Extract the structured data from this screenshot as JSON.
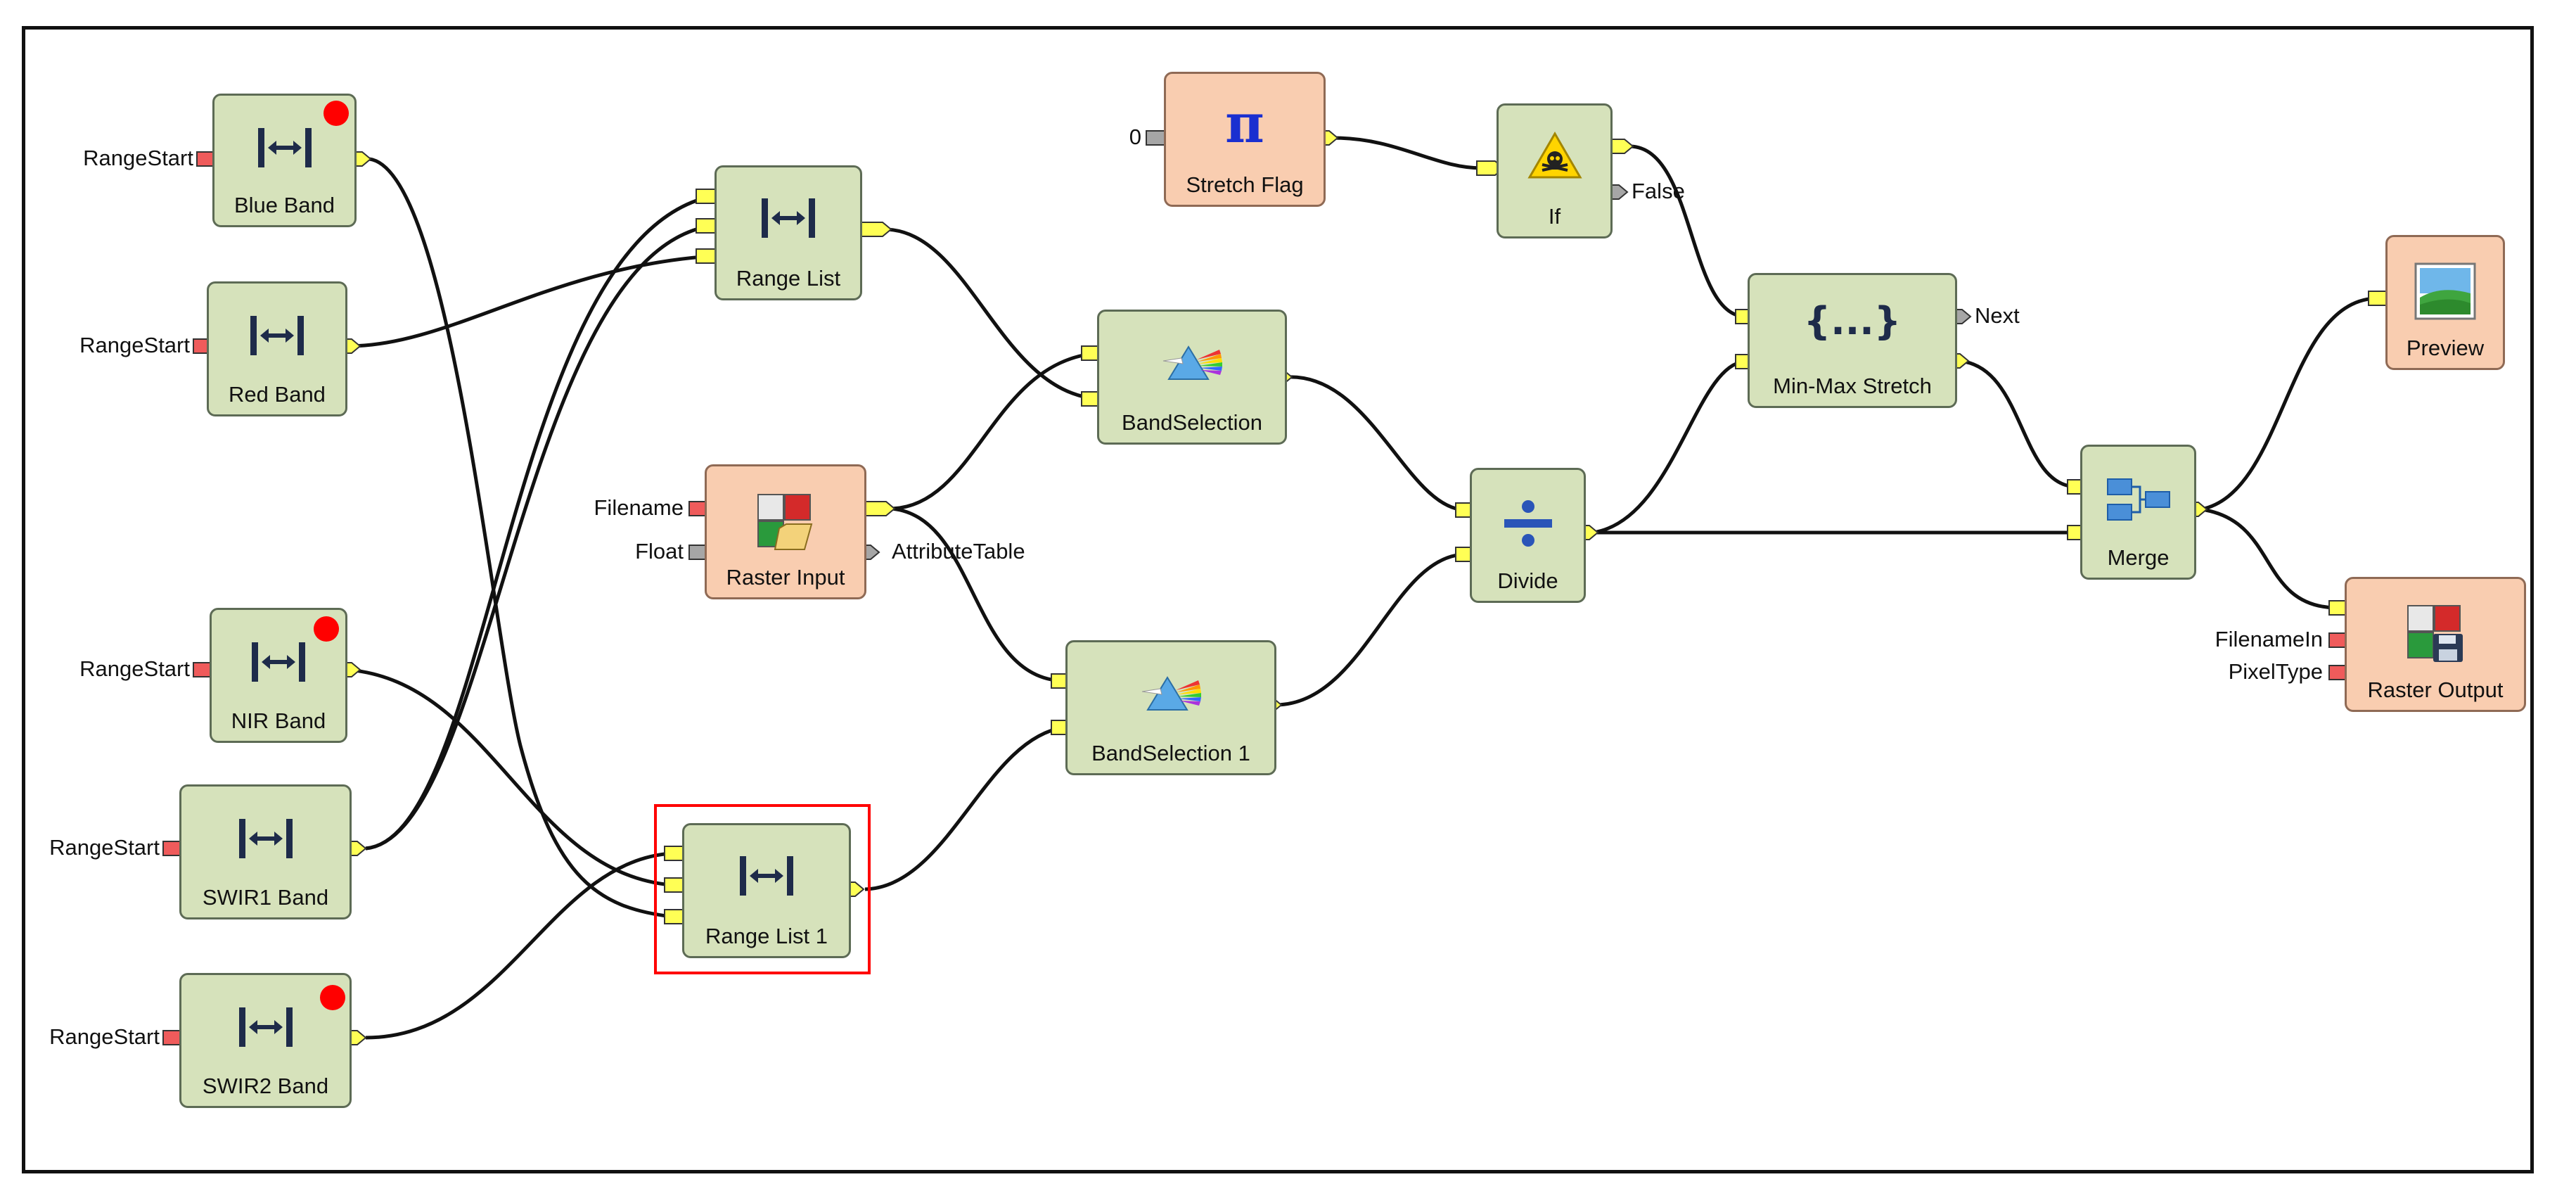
{
  "nodes": {
    "blue_band": "Blue Band",
    "red_band": "Red Band",
    "nir_band": "NIR Band",
    "swir1_band": "SWIR1 Band",
    "swir2_band": "SWIR2 Band",
    "range_list": "Range List",
    "range_list_1": "Range List 1",
    "raster_input": "Raster Input",
    "band_selection": "BandSelection",
    "band_selection_1": "BandSelection 1",
    "stretch_flag": "Stretch Flag",
    "if": "If",
    "divide": "Divide",
    "min_max_stretch": "Min-Max Stretch",
    "merge": "Merge",
    "preview": "Preview",
    "raster_output": "Raster Output"
  },
  "ports": {
    "range_start": "RangeStart",
    "filename": "Filename",
    "float": "Float",
    "attribute_table": "AttributeTable",
    "zero": "0",
    "false": "False",
    "next": "Next",
    "filename_in": "FilenameIn",
    "pixel_type": "PixelType"
  },
  "icons": {
    "range": "range-arrows-icon",
    "pi": "pi-icon",
    "warning": "warning-skull-icon",
    "braces": "braces-icon",
    "divide": "divide-icon",
    "merge": "merge-icon",
    "band": "prism-icon",
    "raster": "raster-file-icon",
    "preview": "landscape-image-icon",
    "save": "save-disk-icon"
  },
  "colors": {
    "tool_node": "#d6e2bb",
    "data_node": "#f9cdb0",
    "connection": "#111111",
    "output_port": "#ffff55",
    "input_port_required": "#ef5b5b",
    "input_port_optional": "#a6a6a6",
    "selection": "#ff0000",
    "invalid_dot": "#ff0000"
  }
}
